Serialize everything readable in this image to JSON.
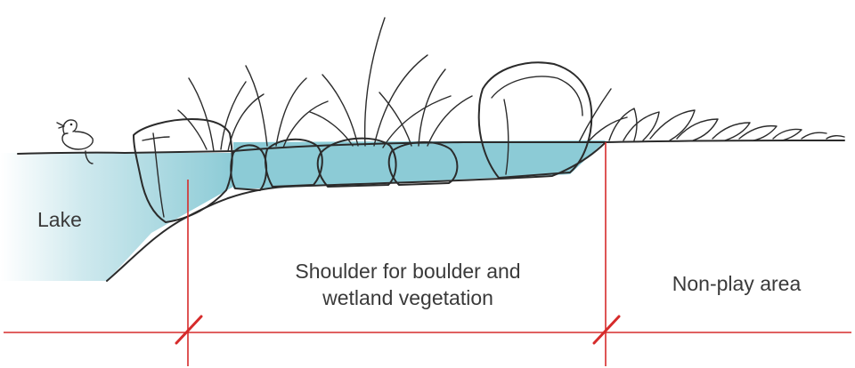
{
  "labels": {
    "lake": "Lake",
    "shoulder_line1": "Shoulder for boulder and",
    "shoulder_line2": "wetland vegetation",
    "non_play": "Non-play area"
  },
  "colors": {
    "water": "#8ccbd6",
    "water_light": "#cfe9ee",
    "ink": "#2b2b2b",
    "dimension": "#d62b2b",
    "text": "#3a3a3a"
  }
}
